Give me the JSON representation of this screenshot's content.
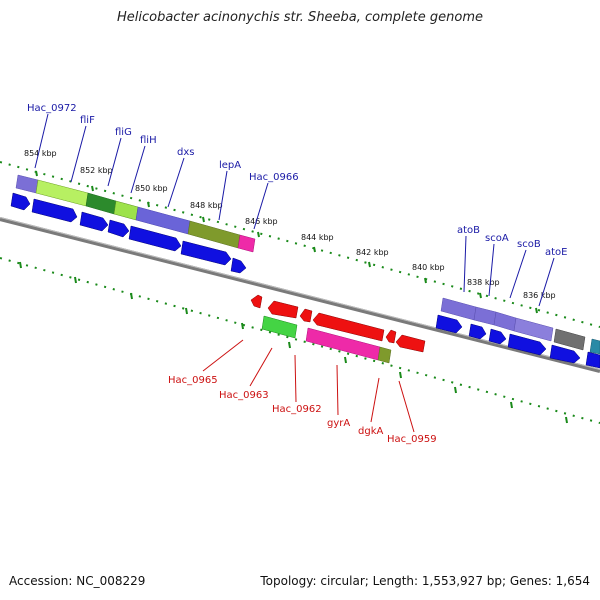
{
  "title": "Helicobacter acinonychis str. Sheeba, complete genome",
  "footer": {
    "accession": "Accession: NC_008229",
    "summary": "Topology: circular; Length: 1,553,927 bp; Genes: 1,654"
  },
  "kbp_labels": [
    "854 kbp",
    "852 kbp",
    "850 kbp",
    "848 kbp",
    "846 kbp",
    "844 kbp",
    "842 kbp",
    "840 kbp",
    "838 kbp",
    "836 kbp"
  ],
  "genes_top": [
    "Hac_0972",
    "fliF",
    "fliG",
    "fliH",
    "dxs",
    "lepA",
    "Hac_0966",
    "atoB",
    "scoA",
    "scoB",
    "atoE"
  ],
  "genes_bottom": [
    "Hac_0965",
    "Hac_0963",
    "Hac_0962",
    "gyrA",
    "dgkA",
    "Hac_0959"
  ],
  "colors": {
    "forward_arrow": "#1010e0",
    "reverse_arrow": "#ee1111",
    "backbone": "#808080",
    "tick": "#1a8a1a",
    "label_top": "#1a1aa6",
    "label_bottom": "#cc1111"
  }
}
